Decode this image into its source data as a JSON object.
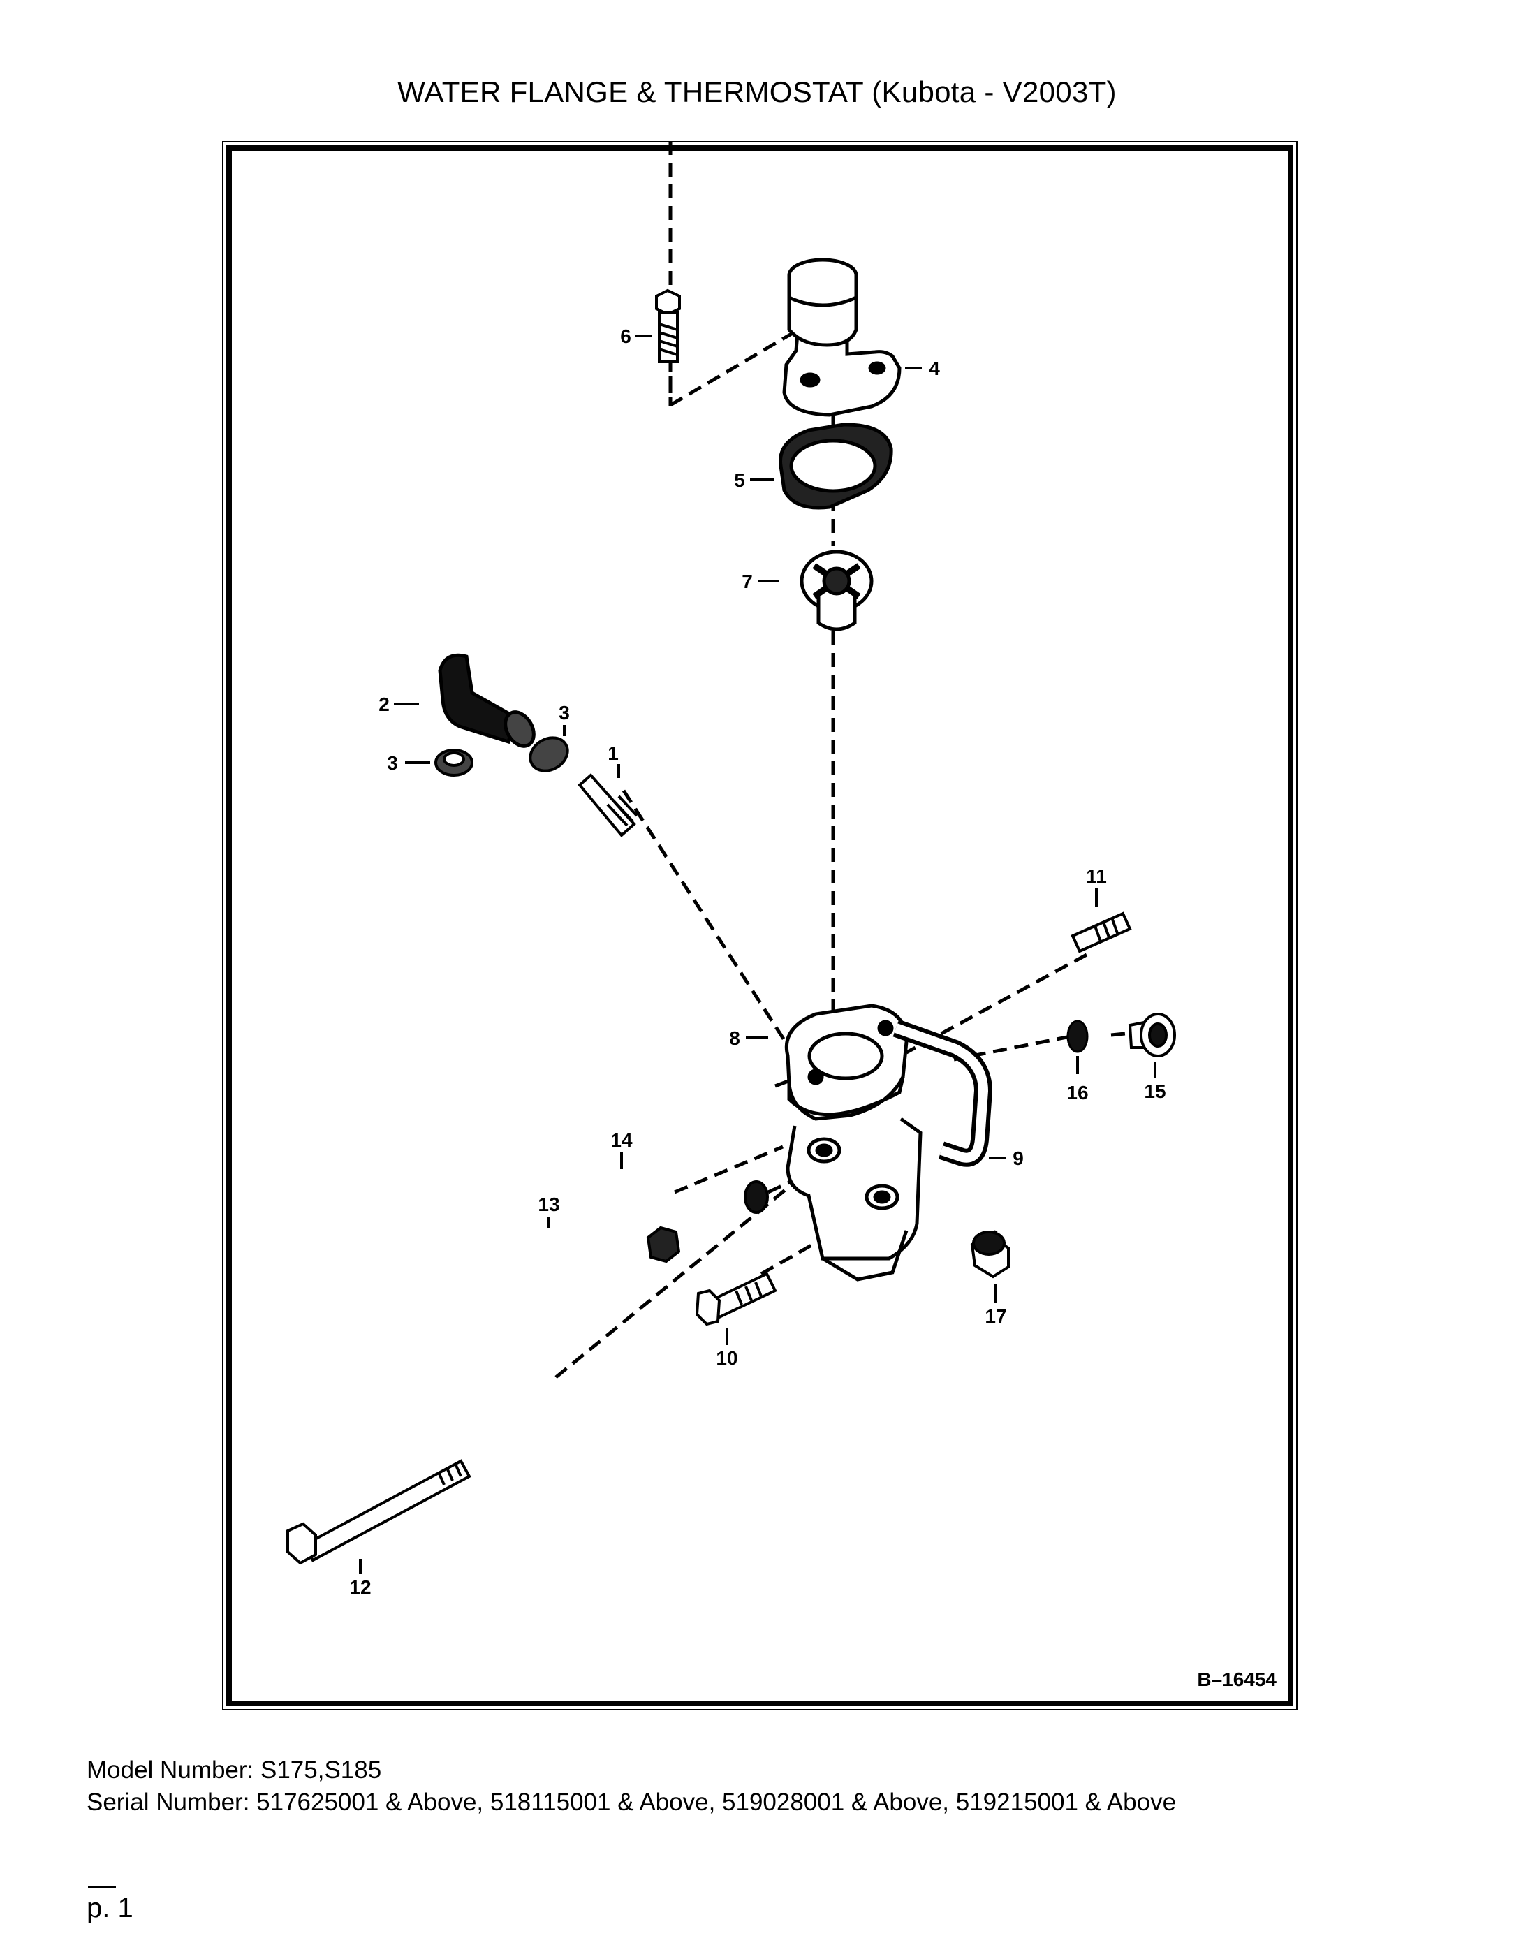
{
  "title": "WATER FLANGE & THERMOSTAT (Kubota - V2003T)",
  "diagram": {
    "figure_id": "B–16454",
    "callouts": [
      "1",
      "2",
      "3",
      "3",
      "4",
      "5",
      "6",
      "7",
      "8",
      "9",
      "10",
      "11",
      "12",
      "13",
      "14",
      "15",
      "16",
      "17"
    ]
  },
  "footer": {
    "model_line": "Model Number: S175,S185",
    "serial_line": "Serial Number: 517625001 & Above, 518115001 & Above, 519028001 & Above, 519215001 & Above"
  },
  "page_label": "p. 1"
}
